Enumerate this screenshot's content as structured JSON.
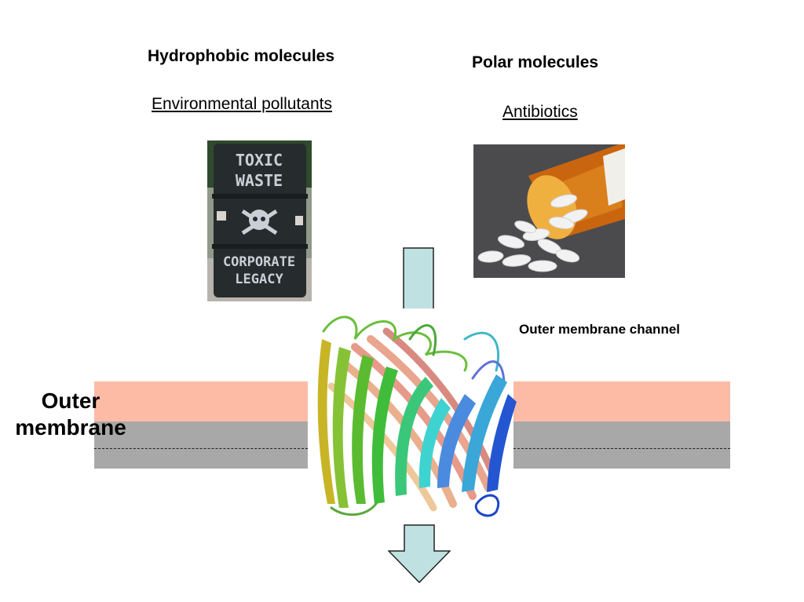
{
  "left_column": {
    "heading": "Hydrophobic molecules",
    "subheading": "Environmental pollutants",
    "image": {
      "subject": "toxic-waste-barrel",
      "text_lines": [
        "TOXIC",
        "WASTE",
        "CORPORATE",
        "LEGACY"
      ]
    }
  },
  "right_column": {
    "heading": "Polar molecules",
    "subheading": "Antibiotics",
    "image": {
      "subject": "spilled-pill-bottle"
    }
  },
  "labels": {
    "outer_membrane_line1": "Outer",
    "outer_membrane_line2": "membrane",
    "channel": "Outer membrane channel"
  },
  "colors": {
    "membrane_outer_leaflet": "#fdbba6",
    "membrane_inner_leaflet": "#a8a8a8",
    "arrow_fill": "#bfe1e2",
    "arrow_stroke": "#222222"
  },
  "icons": {
    "arrow_in": "flow-arrow-shaft",
    "arrow_out": "flow-arrow-down",
    "protein": "beta-barrel-porin"
  }
}
